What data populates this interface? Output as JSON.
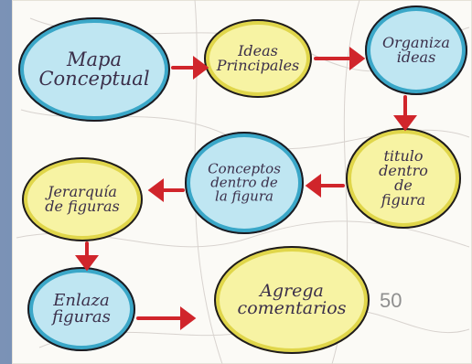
{
  "colors": {
    "blue_fill": "#bfe6f2",
    "blue_stroke": "#3aa7c8",
    "yellow_fill": "#f7f3a3",
    "yellow_stroke": "#e0d64a",
    "outline": "#1d1a1f",
    "arrow": "#d0252b"
  },
  "nodes": [
    {
      "id": "mapa-conceptual",
      "color": "blue",
      "lines": [
        "Mapa",
        "Conceptual"
      ]
    },
    {
      "id": "ideas-principales",
      "color": "yellow",
      "lines": [
        "Ideas",
        "Principales"
      ]
    },
    {
      "id": "organiza-ideas",
      "color": "blue",
      "lines": [
        "Organiza",
        "ideas"
      ]
    },
    {
      "id": "titulo-dentro-figura",
      "color": "yellow",
      "lines": [
        "titulo",
        "dentro de",
        "figura"
      ]
    },
    {
      "id": "conceptos-dentro-figura",
      "color": "blue",
      "lines": [
        "Conceptos",
        "dentro de",
        "la figura"
      ]
    },
    {
      "id": "jerarquia-figuras",
      "color": "yellow",
      "lines": [
        "Jerarquía",
        "de figuras"
      ]
    },
    {
      "id": "enlaza-figuras",
      "color": "blue",
      "lines": [
        "Enlaza",
        "figuras"
      ]
    },
    {
      "id": "agrega-comentarios",
      "color": "yellow",
      "lines": [
        "Agrega",
        "comentarios"
      ]
    }
  ],
  "page_number": "50"
}
